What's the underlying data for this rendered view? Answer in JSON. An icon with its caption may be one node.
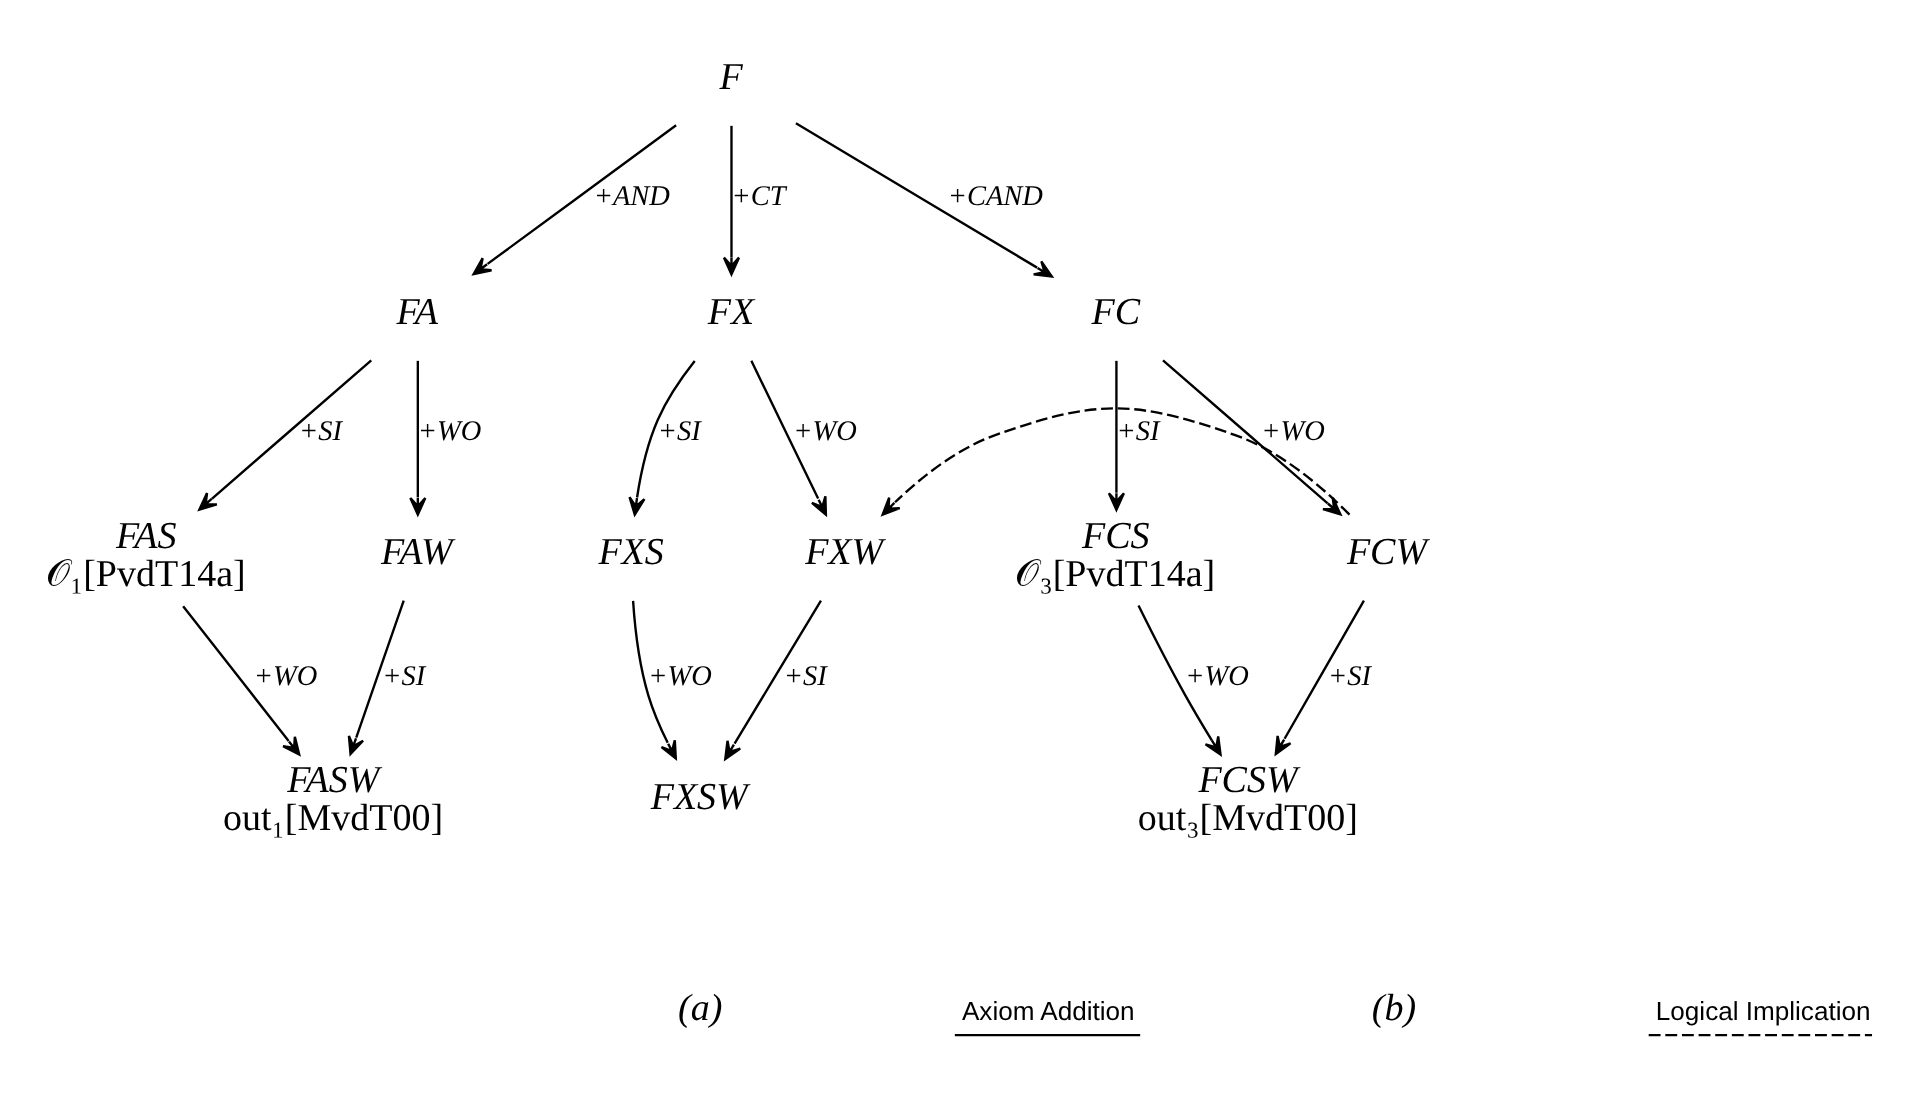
{
  "diagram": {
    "nodes": [
      {
        "text": [
          "F"
        ]
      },
      {
        "text": [
          "FA"
        ]
      },
      {
        "text": [
          "FX"
        ]
      },
      {
        "text": [
          "FC"
        ]
      },
      {
        "text": [
          "FAS"
        ],
        "beside": [
          "𝒪₁[PvdT14a]"
        ]
      },
      {
        "text": [
          "FAW"
        ]
      },
      {
        "text": [
          "FXS"
        ]
      },
      {
        "text": [
          "FXW"
        ]
      },
      {
        "text": [
          "FCS"
        ],
        "beside": [
          "𝒪₃[PvdT14a]"
        ]
      },
      {
        "text": [
          "FCW"
        ]
      },
      {
        "text": [
          "FASW"
        ],
        "beside": [
          "out₁[MvdT00]"
        ]
      },
      {
        "text": [
          "FXSW"
        ]
      },
      {
        "text": [
          "FCSW"
        ],
        "beside": [
          "out₃[MvdT00]"
        ]
      }
    ],
    "edges": [
      {
        "from": 0,
        "to": 1,
        "arrow": "to",
        "label": "+AND"
      },
      {
        "from": 0,
        "to": 2,
        "arrow": "to",
        "label": "+CT"
      },
      {
        "from": 0,
        "to": 3,
        "arrow": "to",
        "label": "+CAND"
      },
      {
        "from": 1,
        "to": 4,
        "arrow": "to",
        "label": "+SI"
      },
      {
        "from": 1,
        "to": 5,
        "arrow": "to",
        "label": "+WO"
      },
      {
        "from": 2,
        "to": 6,
        "arrow": "to",
        "label": "+SI"
      },
      {
        "from": 2,
        "to": 7,
        "arrow": "to",
        "label": "+WO"
      },
      {
        "from": 3,
        "to": 8,
        "arrow": "to",
        "label": "+SI"
      },
      {
        "from": 3,
        "to": 9,
        "arrow": "to",
        "label": "+WO"
      },
      {
        "from": 9,
        "to": 7,
        "arrow": "to",
        "style": "dashed"
      },
      {
        "from": 4,
        "to": 10,
        "arrow": "to",
        "label": "+WO"
      },
      {
        "from": 5,
        "to": 10,
        "arrow": "to",
        "label": "+SI"
      },
      {
        "from": 6,
        "to": 11,
        "arrow": "to",
        "label": "+WO"
      },
      {
        "from": 7,
        "to": 11,
        "arrow": "to",
        "label": "+SI"
      },
      {
        "from": 8,
        "to": 12,
        "arrow": "to",
        "label": "+WO"
      },
      {
        "from": 9,
        "to": 12,
        "arrow": "to",
        "label": "+SI"
      }
    ],
    "labels": [
      "(a)",
      "(b)"
    ],
    "legend": [
      {
        "text": "Axiom Addition"
      },
      {
        "text": "Logical Implication"
      }
    ]
  }
}
